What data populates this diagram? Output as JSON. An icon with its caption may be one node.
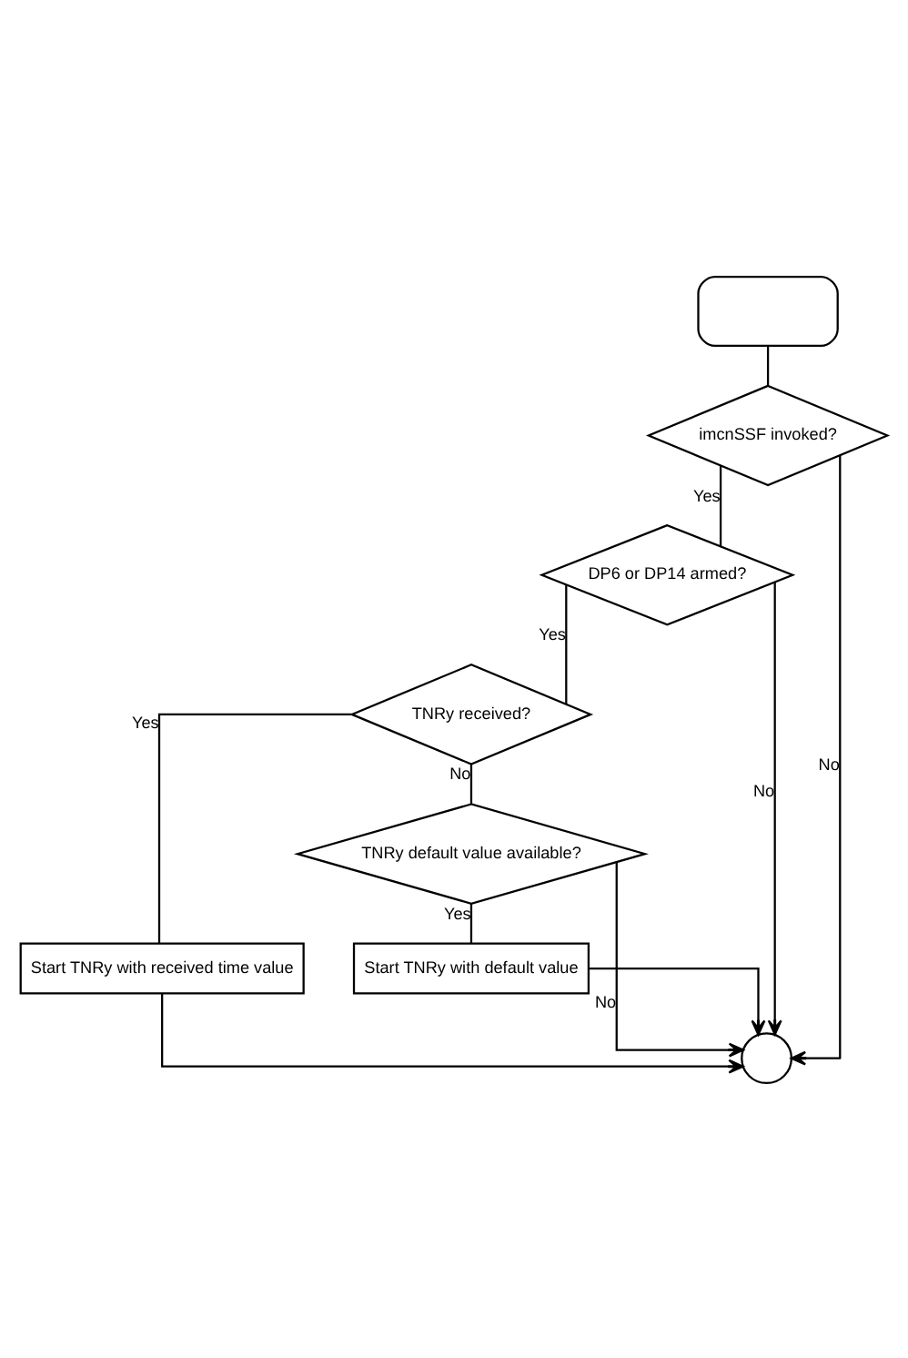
{
  "diagram": {
    "nodes": [
      {
        "text": [],
        "shape": "box"
      },
      {
        "text": [
          "imcnSSF invoked?"
        ]
      },
      {
        "text": [
          "DP6 or DP14 armed?"
        ]
      },
      {
        "text": [
          "TNRy received?"
        ]
      },
      {
        "text": [
          "Start TNRy with received time value"
        ]
      },
      {
        "text": [
          "TNRy default value available?"
        ]
      },
      {
        "text": [
          "Start TNRy with default value"
        ]
      },
      {
        "text": [],
        "shape": "circle"
      }
    ],
    "edges": [
      {
        "from": 0,
        "to": 1,
        "arrow": "none"
      },
      {
        "from": 1,
        "to": 7,
        "arrow": "to",
        "label": "No"
      },
      {
        "from": 1,
        "to": 2,
        "arrow": "none",
        "label": "Yes"
      },
      {
        "from": 2,
        "to": 7,
        "arrow": "to",
        "label": "No"
      },
      {
        "from": 2,
        "to": 3,
        "arrow": "none",
        "label": "Yes"
      },
      {
        "from": 3,
        "to": 5,
        "arrow": "none",
        "label": "No"
      },
      {
        "from": 3,
        "to": 4,
        "arrow": "none",
        "label": "Yes"
      },
      {
        "from": 4,
        "to": 7,
        "arrow": "to"
      },
      {
        "from": 5,
        "to": 7,
        "arrow": "to",
        "label": "No"
      },
      {
        "from": 5,
        "to": 6,
        "arrow": "none",
        "label": "Yes"
      },
      {
        "from": 6,
        "to": 7,
        "arrow": "to"
      }
    ]
  }
}
